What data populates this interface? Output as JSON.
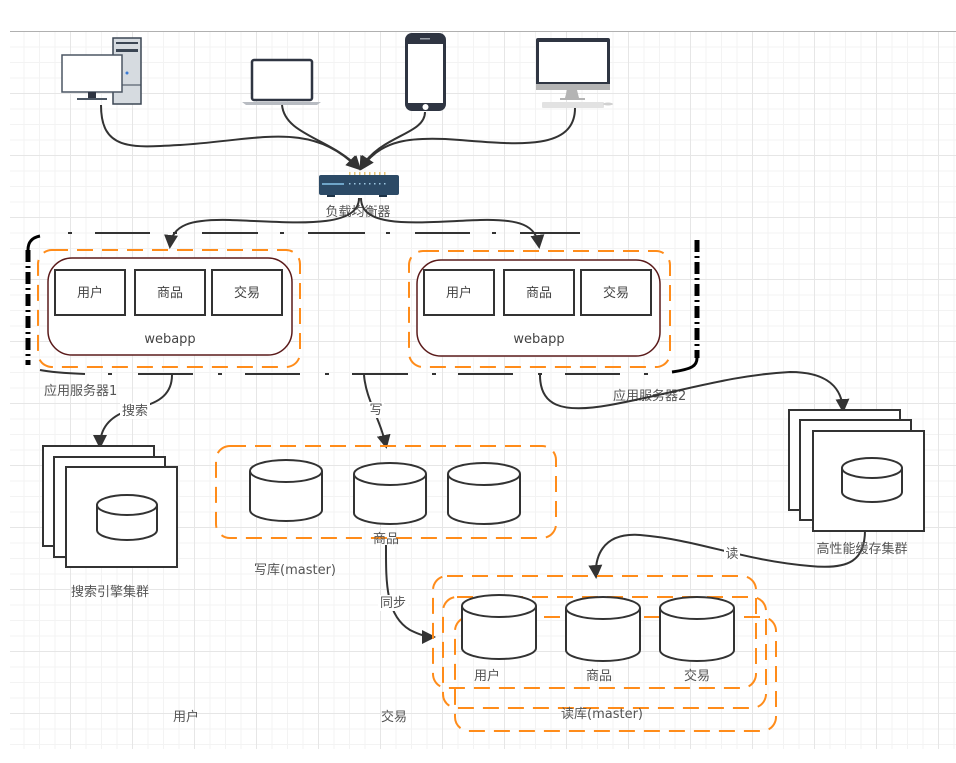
{
  "devices": [
    {
      "name": "desktop-pc",
      "label": ""
    },
    {
      "name": "laptop",
      "label": ""
    },
    {
      "name": "smartphone",
      "label": ""
    },
    {
      "name": "imac",
      "label": ""
    }
  ],
  "load_balancer": {
    "label": "负载均衡器"
  },
  "app_servers": [
    {
      "label": "应用服务器1",
      "webapp_label": "webapp",
      "modules": [
        "用户",
        "商品",
        "交易"
      ]
    },
    {
      "label": "应用服务器2",
      "webapp_label": "webapp",
      "modules": [
        "用户",
        "商品",
        "交易"
      ]
    }
  ],
  "search_cluster": {
    "label": "搜索引擎集群",
    "edge_label": "搜索"
  },
  "write_db": {
    "label": "写库(master)",
    "edge_label": "写",
    "db_label": "商品"
  },
  "sync": {
    "edge_label": "同步"
  },
  "cache_cluster": {
    "label": "高性能缓存集群",
    "edge_label": "读"
  },
  "read_db": {
    "label": "读库(master)",
    "db_labels": [
      "用户",
      "商品",
      "交易"
    ]
  },
  "stray_labels": {
    "user": "用户",
    "trade": "交易"
  },
  "colors": {
    "edge": "#333333",
    "group_border": "#ff8c1a",
    "webapp_border": "#5a1a1a",
    "device_dark": "#2f3542",
    "switch_body": "#2c4a66"
  }
}
